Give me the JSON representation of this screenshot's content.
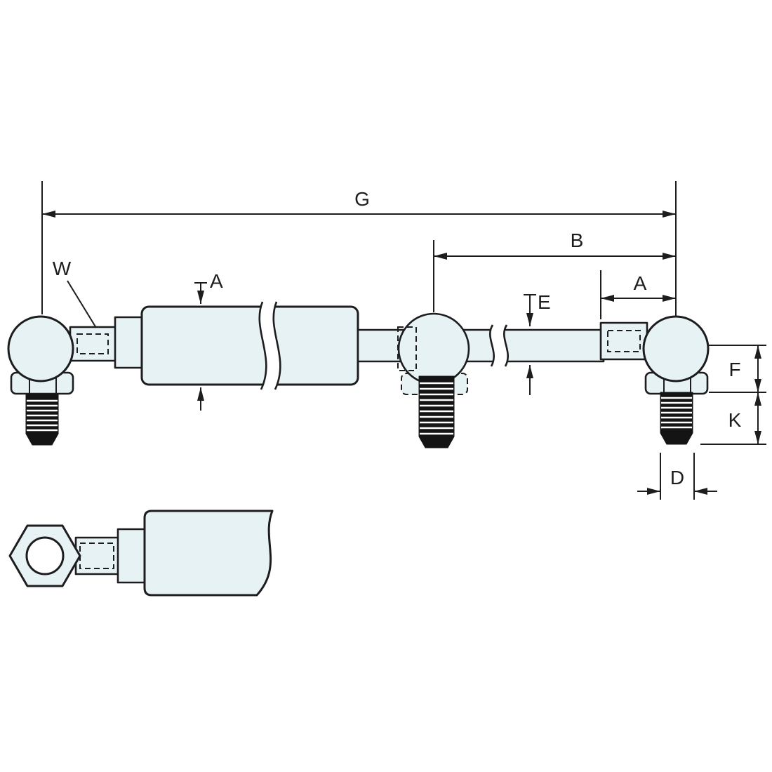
{
  "diagram": {
    "type": "technical-drawing",
    "subject": "Gas strut with ball socket end fittings — dimension diagram",
    "colors": {
      "part_fill": "#e6f2f4",
      "line": "#1d1d1f",
      "thread_fill": "#141414",
      "background": "#ffffff"
    },
    "labels": {
      "extended_length": "G",
      "rod_extension": "B",
      "fitting_offset": "A",
      "body_diameter": "A",
      "socket_thread": "W",
      "rod_diameter": "E",
      "ball_offset": "F",
      "stud_length": "K",
      "stud_diameter": "D"
    }
  }
}
